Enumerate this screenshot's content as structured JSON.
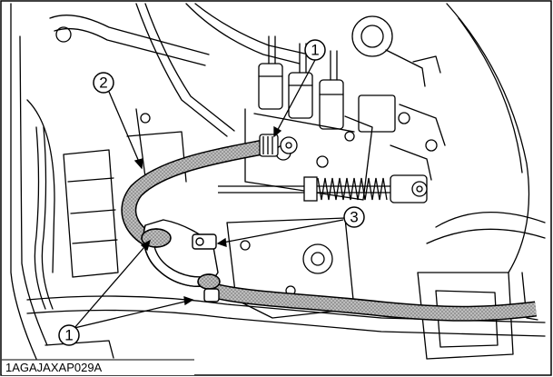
{
  "figure": {
    "code": "1AGAJAXAP029A"
  },
  "callouts": [
    {
      "id": "c1-top",
      "label": "1"
    },
    {
      "id": "c2",
      "label": "2"
    },
    {
      "id": "c3",
      "label": "3"
    },
    {
      "id": "c1-bottom",
      "label": "1"
    }
  ],
  "colors": {
    "line": "#000000",
    "hose_fill": "#a8a8a8",
    "background": "#ffffff"
  }
}
